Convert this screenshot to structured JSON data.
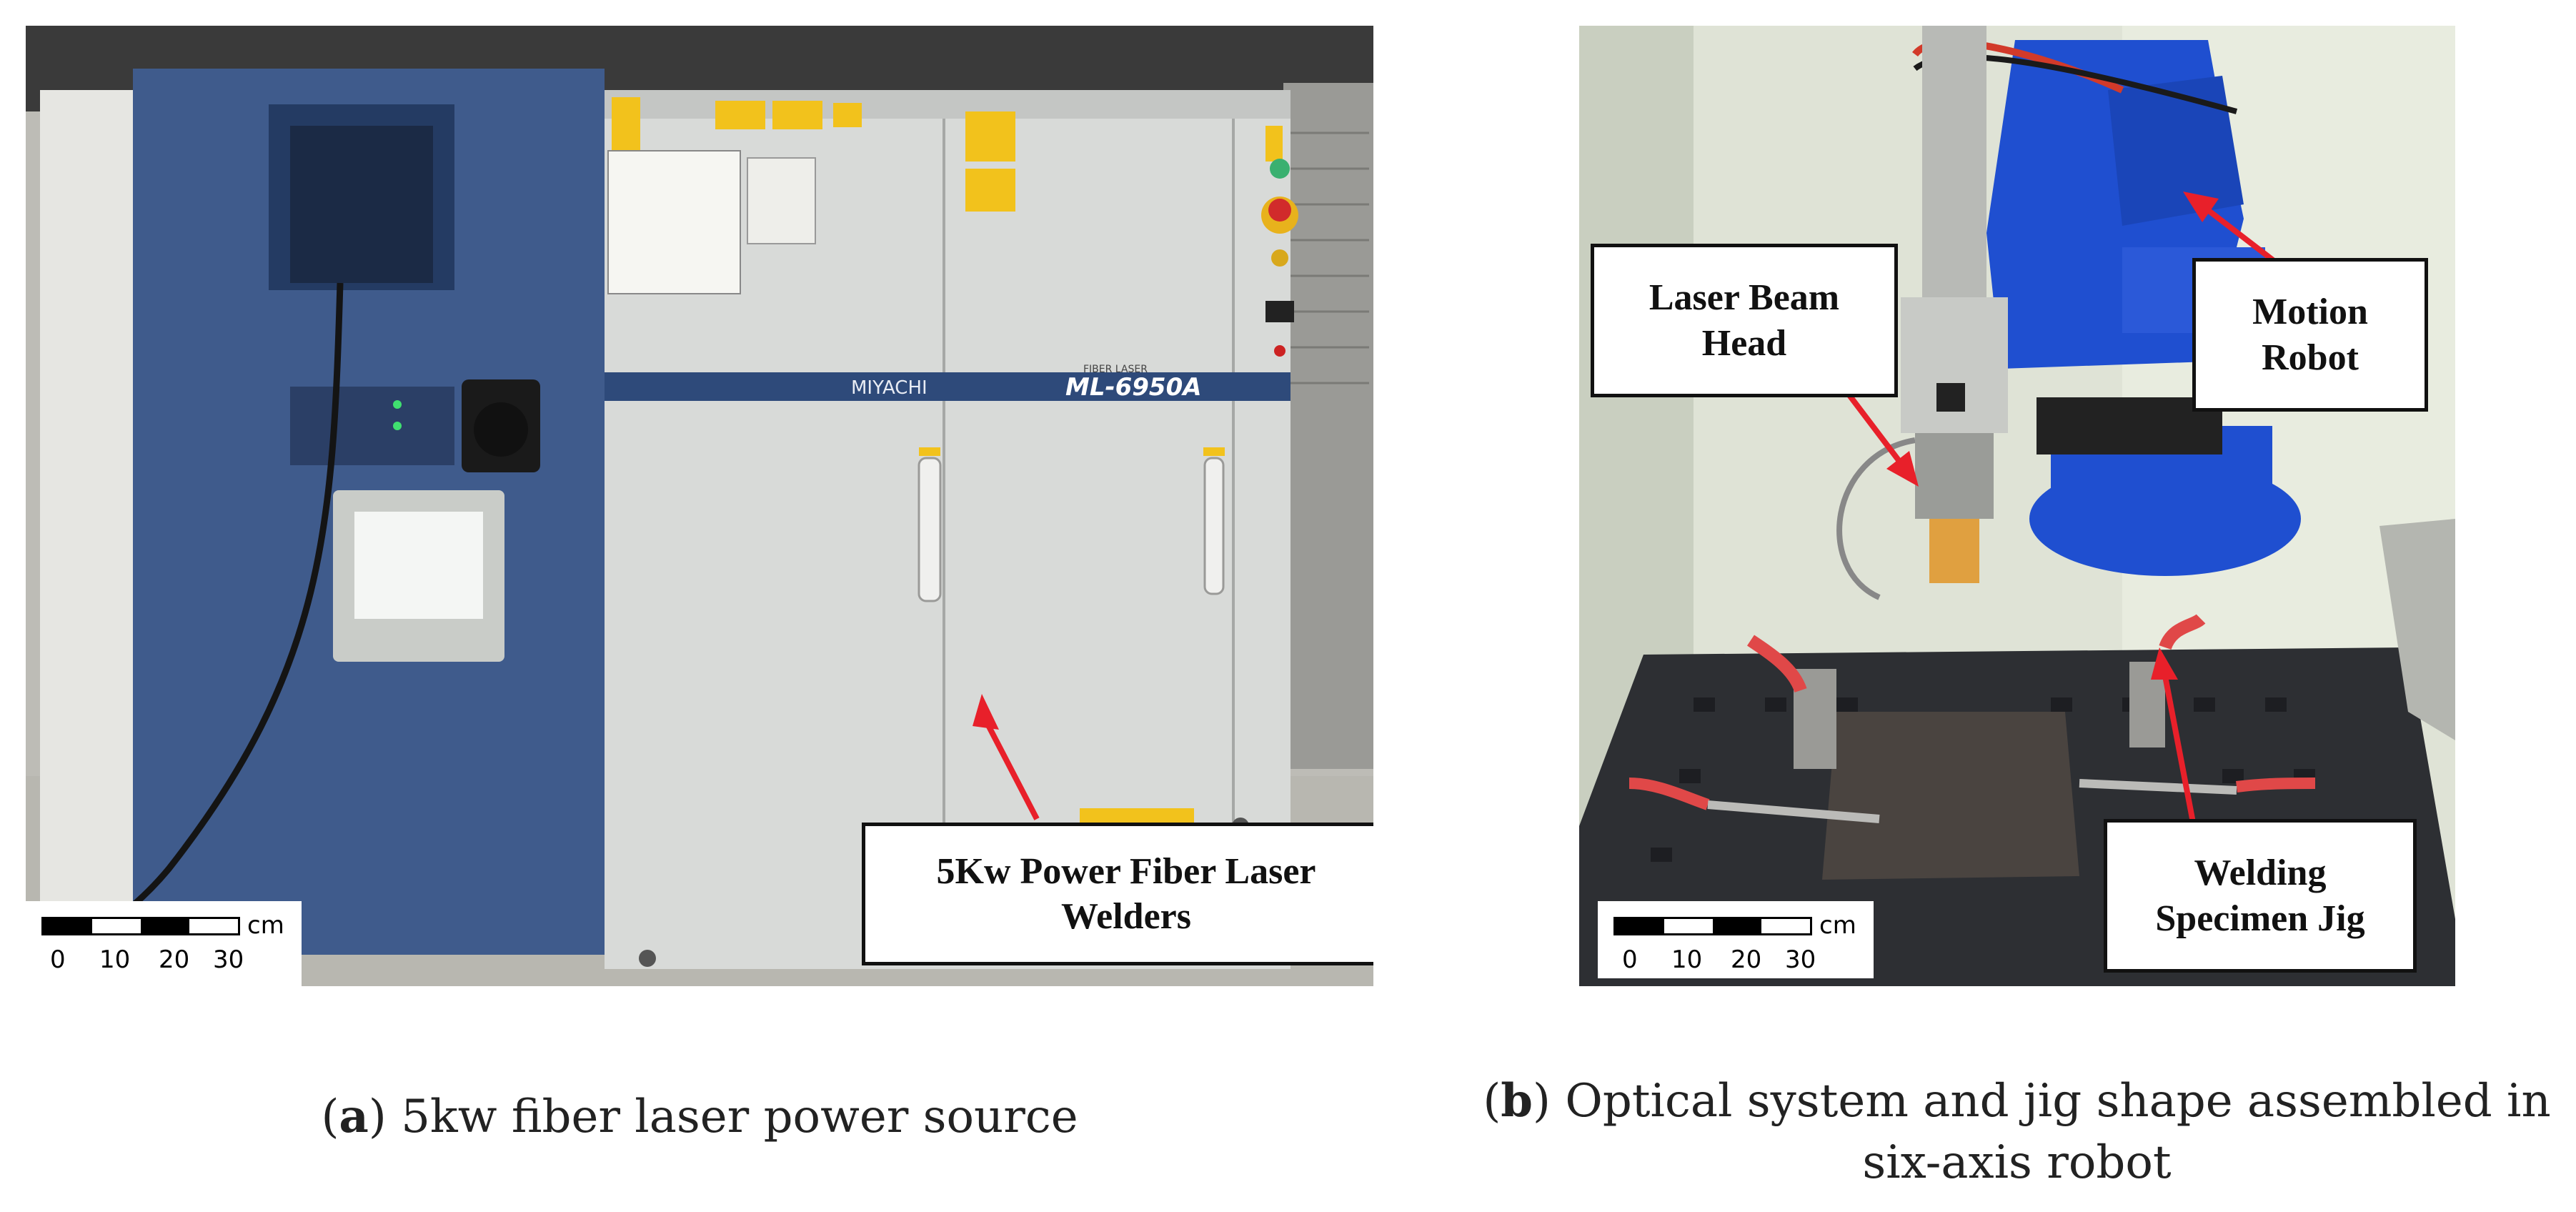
{
  "panel_a": {
    "labels": {
      "brand": "MIYACHI",
      "model": "ML-6950A",
      "sublabel": "FIBER LASER"
    },
    "callout": {
      "line1": "5Kw Power Fiber Laser",
      "line2": "Welders"
    },
    "scalebar": {
      "unit": "cm",
      "ticks": [
        "0",
        "10",
        "20",
        "30"
      ]
    },
    "caption": {
      "letter": "a",
      "text": " 5kw fiber laser power source"
    }
  },
  "panel_b": {
    "callouts": {
      "head": {
        "line1": "Laser Beam",
        "line2": "Head"
      },
      "robot": {
        "line1": "Motion",
        "line2": "Robot"
      },
      "jig": {
        "line1": "Welding",
        "line2": "Specimen Jig"
      }
    },
    "scalebar": {
      "unit": "cm",
      "ticks": [
        "0",
        "10",
        "20",
        "30"
      ]
    },
    "caption": {
      "letter": "b",
      "line1": " Optical system and jig shape assembled in",
      "line2": "six-axis robot"
    }
  },
  "colors": {
    "arrow": "#e8202a",
    "cabinet_blue": "#3f5b8c",
    "cabinet_grey": "#d8dad8",
    "robot_blue": "#1f4fd0"
  }
}
